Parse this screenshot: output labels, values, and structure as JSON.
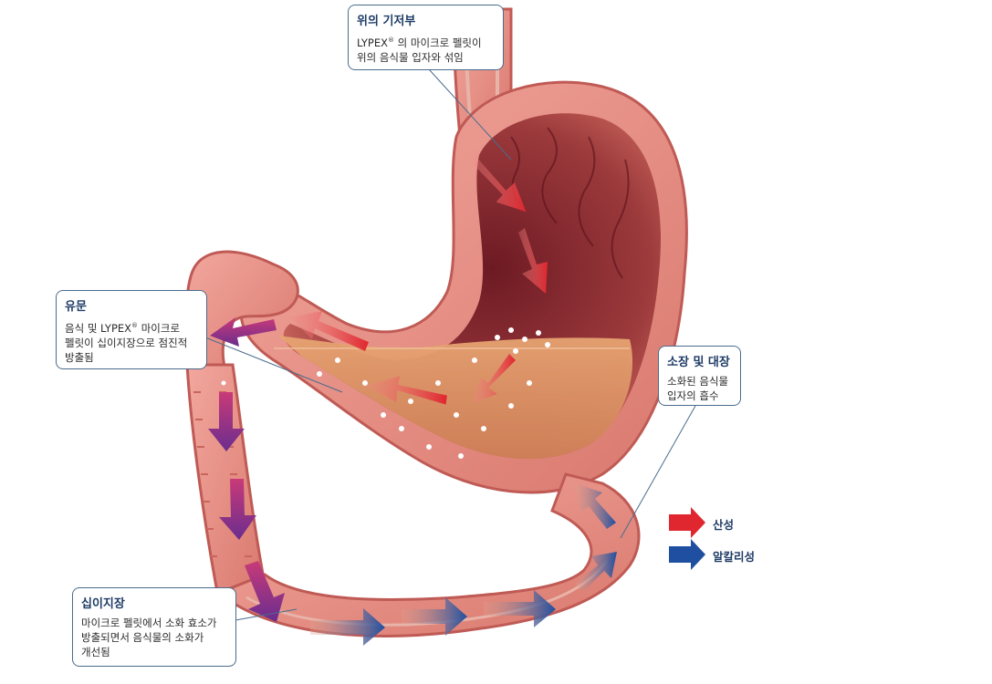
{
  "callouts": {
    "fundus": {
      "title": "위의 기저부",
      "line1_a": "LYPEX",
      "line1_sup": "®",
      "line1_b": " 의  마이크로 펠릿이",
      "line2": "위의 음식물 입자와 섞임"
    },
    "pylorus": {
      "title": "유문",
      "line1_a": "음식 및 LYPEX",
      "line1_sup": "®",
      "line1_b": " 마이크로",
      "line2": "펠릿이 십이지장으로 점진적",
      "line3": "방출됨"
    },
    "intestine": {
      "title": "소장 및 대장",
      "line1": "소화된 음식물",
      "line2": "입자의 흡수"
    },
    "duodenum": {
      "title": "십이지장",
      "line1": "마이크로 펠릿에서 소화 효소가",
      "line2": "방출되면서 음식물의 소화가",
      "line3": "개선됨"
    }
  },
  "legend": {
    "acidic": {
      "label": "산성",
      "color": "#e0262e"
    },
    "alkaline": {
      "label": "알칼리성",
      "color": "#1f4fa0"
    }
  },
  "icons": {
    "red_arrow": "arrow-red-icon",
    "blue_arrow": "arrow-blue-icon"
  }
}
